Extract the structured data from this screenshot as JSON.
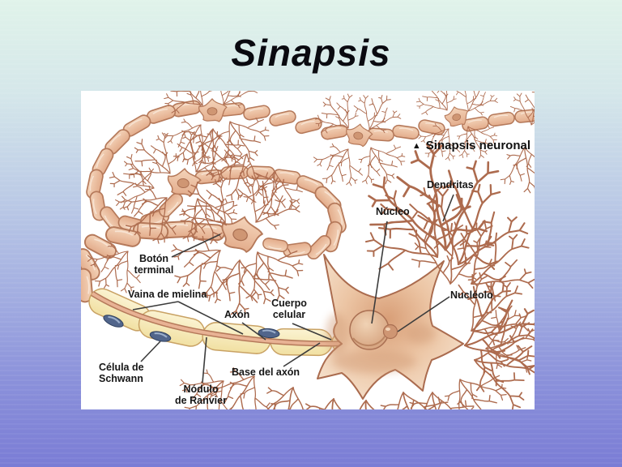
{
  "slide": {
    "title": "Sinapsis"
  },
  "diagram": {
    "caption": {
      "marker": "▲",
      "text": "Sinapsis neuronal"
    },
    "labels": {
      "dendritas": "Dendritas",
      "nucleo": "Núcleo",
      "boton_terminal": "Botón\nterminal",
      "vaina_de_mielina": "Vaina de mielina",
      "axon": "Axón",
      "cuerpo_celular": "Cuerpo\ncelular",
      "nucleolo": "Nucléolo",
      "celula_de_schwann": "Célula de\nSchwann",
      "nodulo_de_ranvier": "Nódulo\nde Ranvier",
      "base_del_axon": "Base del axón"
    },
    "colors": {
      "cell_outline": "#b5795a",
      "cell_fill": "#eec4a5",
      "dendrite": "#ad6b4e",
      "myelin_sheath_fill": "#f8ecbb",
      "schwann_nucleus": "#51658b",
      "label_text": "#161616",
      "leader_line": "#3c3c3c"
    }
  },
  "background": {
    "top": "#e0f3ea",
    "bottom": "#7a7cd5",
    "title_color": "#0a0a10",
    "panel": "#ffffff"
  }
}
